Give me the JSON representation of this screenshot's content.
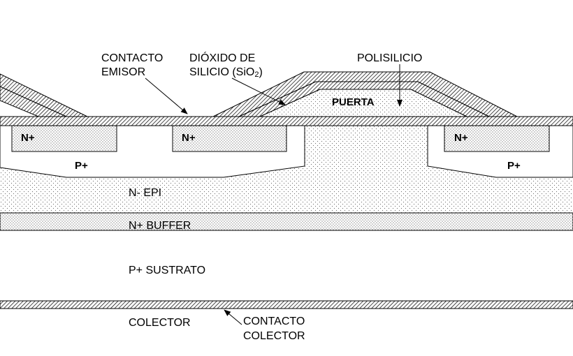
{
  "labels": {
    "contacto_emisor_1": "CONTACTO",
    "contacto_emisor_2": "EMISOR",
    "dioxido_1": "DIÓXIDO DE",
    "dioxido_2_pre": "SILICIO (SiO",
    "dioxido_2_sub": "2",
    "dioxido_2_post": ")",
    "polisilicio": "POLISILICIO",
    "puerta": "PUERTA",
    "n_plus_left": "N+",
    "n_plus_mid": "N+",
    "n_plus_right": "N+",
    "p_plus_left": "P+",
    "p_plus_right": "P+",
    "n_epi": "N- EPI",
    "n_buffer": "N+ BUFFER",
    "p_sustrato": "P+ SUSTRATO",
    "colector": "COLECTOR",
    "contacto_colector_1": "CONTACTO",
    "contacto_colector_2": "COLECTOR"
  },
  "colors": {
    "line": "#000000",
    "background": "#ffffff",
    "dots": "#6e6e6e"
  }
}
